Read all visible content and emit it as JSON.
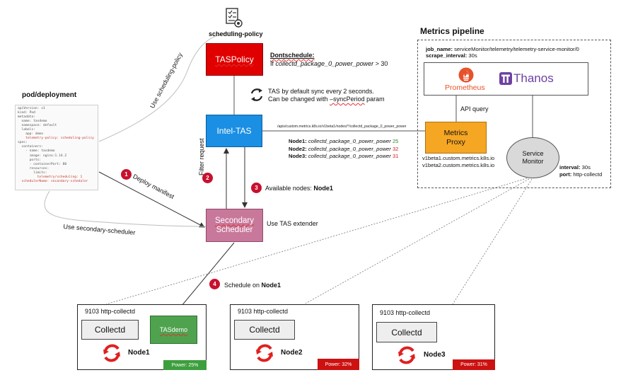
{
  "scheduling_policy": {
    "label": "scheduling-policy",
    "icon": "checklist-icon"
  },
  "tas_policy": {
    "label": "TASPolicy",
    "rule_title": "Dontschedule:",
    "rule_prefix": "If ",
    "rule_metric": "collectd_package_0_power_power",
    "rule_suffix": " > 30"
  },
  "sync_note": {
    "line1": "TAS by default sync every 2 seconds.",
    "line2_prefix": "Can be changed with ",
    "line2_param": "–syncPeriod",
    "line2_suffix": " param"
  },
  "intel_tas": {
    "label": "Intel-TAS"
  },
  "secondary_scheduler": {
    "line1": "Secondary",
    "line2": "Scheduler"
  },
  "pod_deployment": {
    "title": "pod/deployment",
    "yaml_lines": [
      "apiVersion: v1",
      "kind: Pod",
      "metadata:",
      "  name: tasdemo",
      "  namespace: default",
      "  labels:",
      "    app: demo",
      "    telemetry-policy: scheduling-policy",
      "spec:",
      "  containers:",
      "    - name: tasdemo",
      "      image: nginx:1.14.2",
      "      ports:",
      "      - containerPort: 80",
      "      resources:",
      "        limits:",
      "          telemetry/scheduling: 1",
      "  schedulerName: secondary-scheduler"
    ]
  },
  "edge_labels": {
    "use_scheduling_policy": "Use scheduling-policy",
    "deploy_manifest": "Deploy manifest",
    "use_secondary_scheduler": "Use secondary-scheduler",
    "filter_request": "Filter request",
    "available_nodes_prefix": "Available nodes: ",
    "available_nodes_value": "Node1",
    "use_tas_extender": "Use TAS extender",
    "schedule_on_prefix": "Schedule on ",
    "schedule_on_value": "Node1",
    "api_path": "/apis/custom.metrics.k8s.io/v1beta1/nodes/*/collectd_package_0_power_power",
    "api_query": "API query"
  },
  "steps": [
    "1",
    "2",
    "3",
    "4"
  ],
  "node_metrics": [
    {
      "node": "Node1:",
      "metric": "collectd_package_0_power_power",
      "value": "25",
      "color": "#2e8b2e"
    },
    {
      "node": "Node2:",
      "metric": "collectd_package_0_power_power",
      "value": "32",
      "color": "#d42020"
    },
    {
      "node": "Node3:",
      "metric": "collectd_package_0_power_power",
      "value": "31",
      "color": "#d42020"
    }
  ],
  "metrics_pipeline": {
    "title": "Metrics pipeline",
    "job_name_label": "job_name:",
    "job_name_value": " serviceMonitor/telemetry/telemetry-service-monitor/0",
    "scrape_label": "scrape_interval:",
    "scrape_value": " 30s",
    "prometheus": "Prometheus",
    "thanos": "Thanos",
    "metrics_proxy": {
      "line1": "Metrics",
      "line2": "Proxy"
    },
    "proxy_apis": [
      "v1beta1.custom.metrics.k8s.io",
      "v1beta2.custom.metrics.k8s.io"
    ],
    "service_monitor": {
      "line1": "Service",
      "line2": "Monitor"
    },
    "interval_label": "interval:",
    "interval_value": " 30s",
    "port_label": "port:",
    "port_value": " http-collectd"
  },
  "nodes": [
    {
      "port": "9103 http-collectd",
      "collectd": "Collectd",
      "name": "Node1",
      "power": "Power: 25%",
      "power_color": "#3d9e3d",
      "pod": "TASdemo"
    },
    {
      "port": "9103 http-collectd",
      "collectd": "Collectd",
      "name": "Node2",
      "power": "Power: 32%",
      "power_color": "#cc1111"
    },
    {
      "port": "9103 http-collectd",
      "collectd": "Collectd",
      "name": "Node3",
      "power": "Power: 31%",
      "power_color": "#cc1111"
    }
  ],
  "colors": {
    "tas_policy": "#e00000",
    "intel_tas": "#1a8fe3",
    "secondary_scheduler": "#c8789b",
    "metrics_proxy": "#f5a623",
    "tasdemo": "#4fa34f",
    "badge": "#c8102e",
    "prometheus": "#e6522c",
    "thanos": "#6d41a1"
  }
}
